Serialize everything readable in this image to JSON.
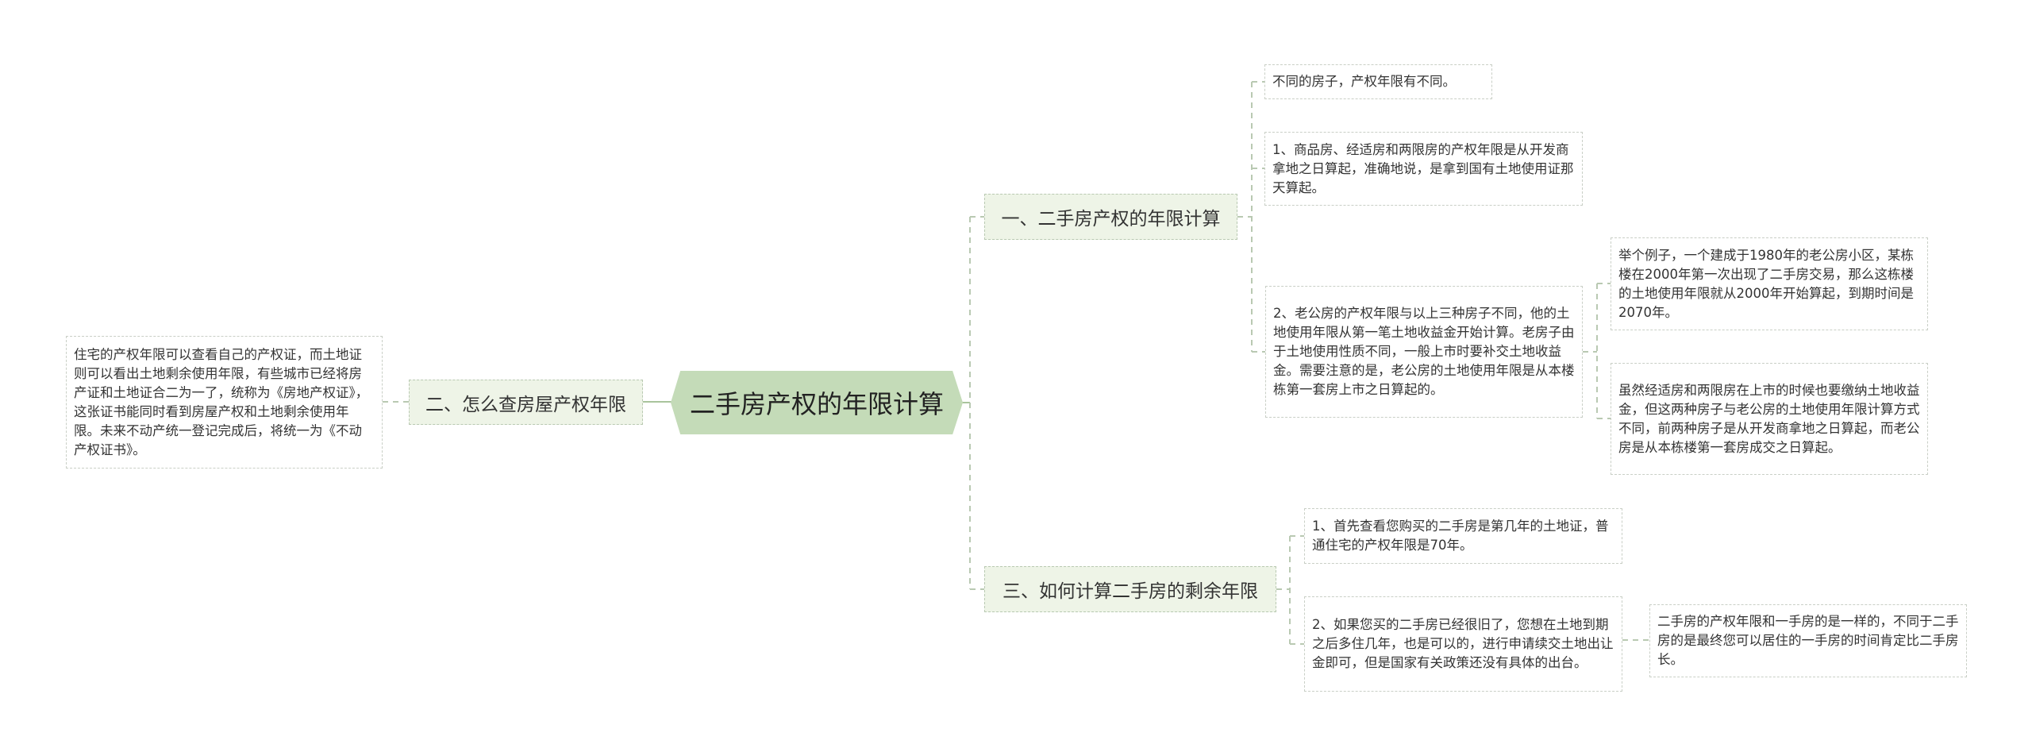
{
  "colors": {
    "central_fill": "#c4dbb8",
    "branch_fill": "#eef4e7",
    "branch_border": "#b9c9b2",
    "leaf_border": "#c9cfc6",
    "connector": "#b9c9b2",
    "text": "#333333"
  },
  "mindmap": {
    "central": {
      "label": "二手房产权的年限计算"
    },
    "branches": [
      {
        "label": "一、二手房产权的年限计算",
        "side": "right",
        "children": [
          {
            "text": "不同的房子，产权年限有不同。"
          },
          {
            "text": "1、商品房、经适房和两限房的产权年限是从开发商拿地之日算起，准确地说，是拿到国有土地使用证那天算起。"
          },
          {
            "text": "2、老公房的产权年限与以上三种房子不同，他的土地使用年限从第一笔土地收益金开始计算。老房子由于土地使用性质不同，一般上市时要补交土地收益金。需要注意的是，老公房的土地使用年限是从本楼栋第一套房上市之日算起的。",
            "children": [
              {
                "text": "举个例子，一个建成于1980年的老公房小区，某栋楼在2000年第一次出现了二手房交易，那么这栋楼的土地使用年限就从2000年开始算起，到期时间是2070年。"
              },
              {
                "text": "虽然经适房和两限房在上市的时候也要缴纳土地收益金，但这两种房子与老公房的土地使用年限计算方式不同，前两种房子是从开发商拿地之日算起，而老公房是从本栋楼第一套房成交之日算起。"
              }
            ]
          }
        ]
      },
      {
        "label": "二、怎么查房屋产权年限",
        "side": "left",
        "children": [
          {
            "text": "住宅的产权年限可以查看自己的产权证，而土地证则可以看出土地剩余使用年限，有些城市已经将房产证和土地证合二为一了，统称为《房地产权证》，这张证书能同时看到房屋产权和土地剩余使用年限。未来不动产统一登记完成后，将统一为《不动产权证书》。"
          }
        ]
      },
      {
        "label": "三、如何计算二手房的剩余年限",
        "side": "right",
        "children": [
          {
            "text": "1、首先查看您购买的二手房是第几年的土地证，普通住宅的产权年限是70年。"
          },
          {
            "text": "2、如果您买的二手房已经很旧了，您想在土地到期之后多住几年，也是可以的，进行申请续交土地出让金即可，但是国家有关政策还没有具体的出台。",
            "children": [
              {
                "text": "二手房的产权年限和一手房的是一样的，不同于二手房的是最终您可以居住的一手房的时间肯定比二手房长。"
              }
            ]
          }
        ]
      }
    ]
  }
}
